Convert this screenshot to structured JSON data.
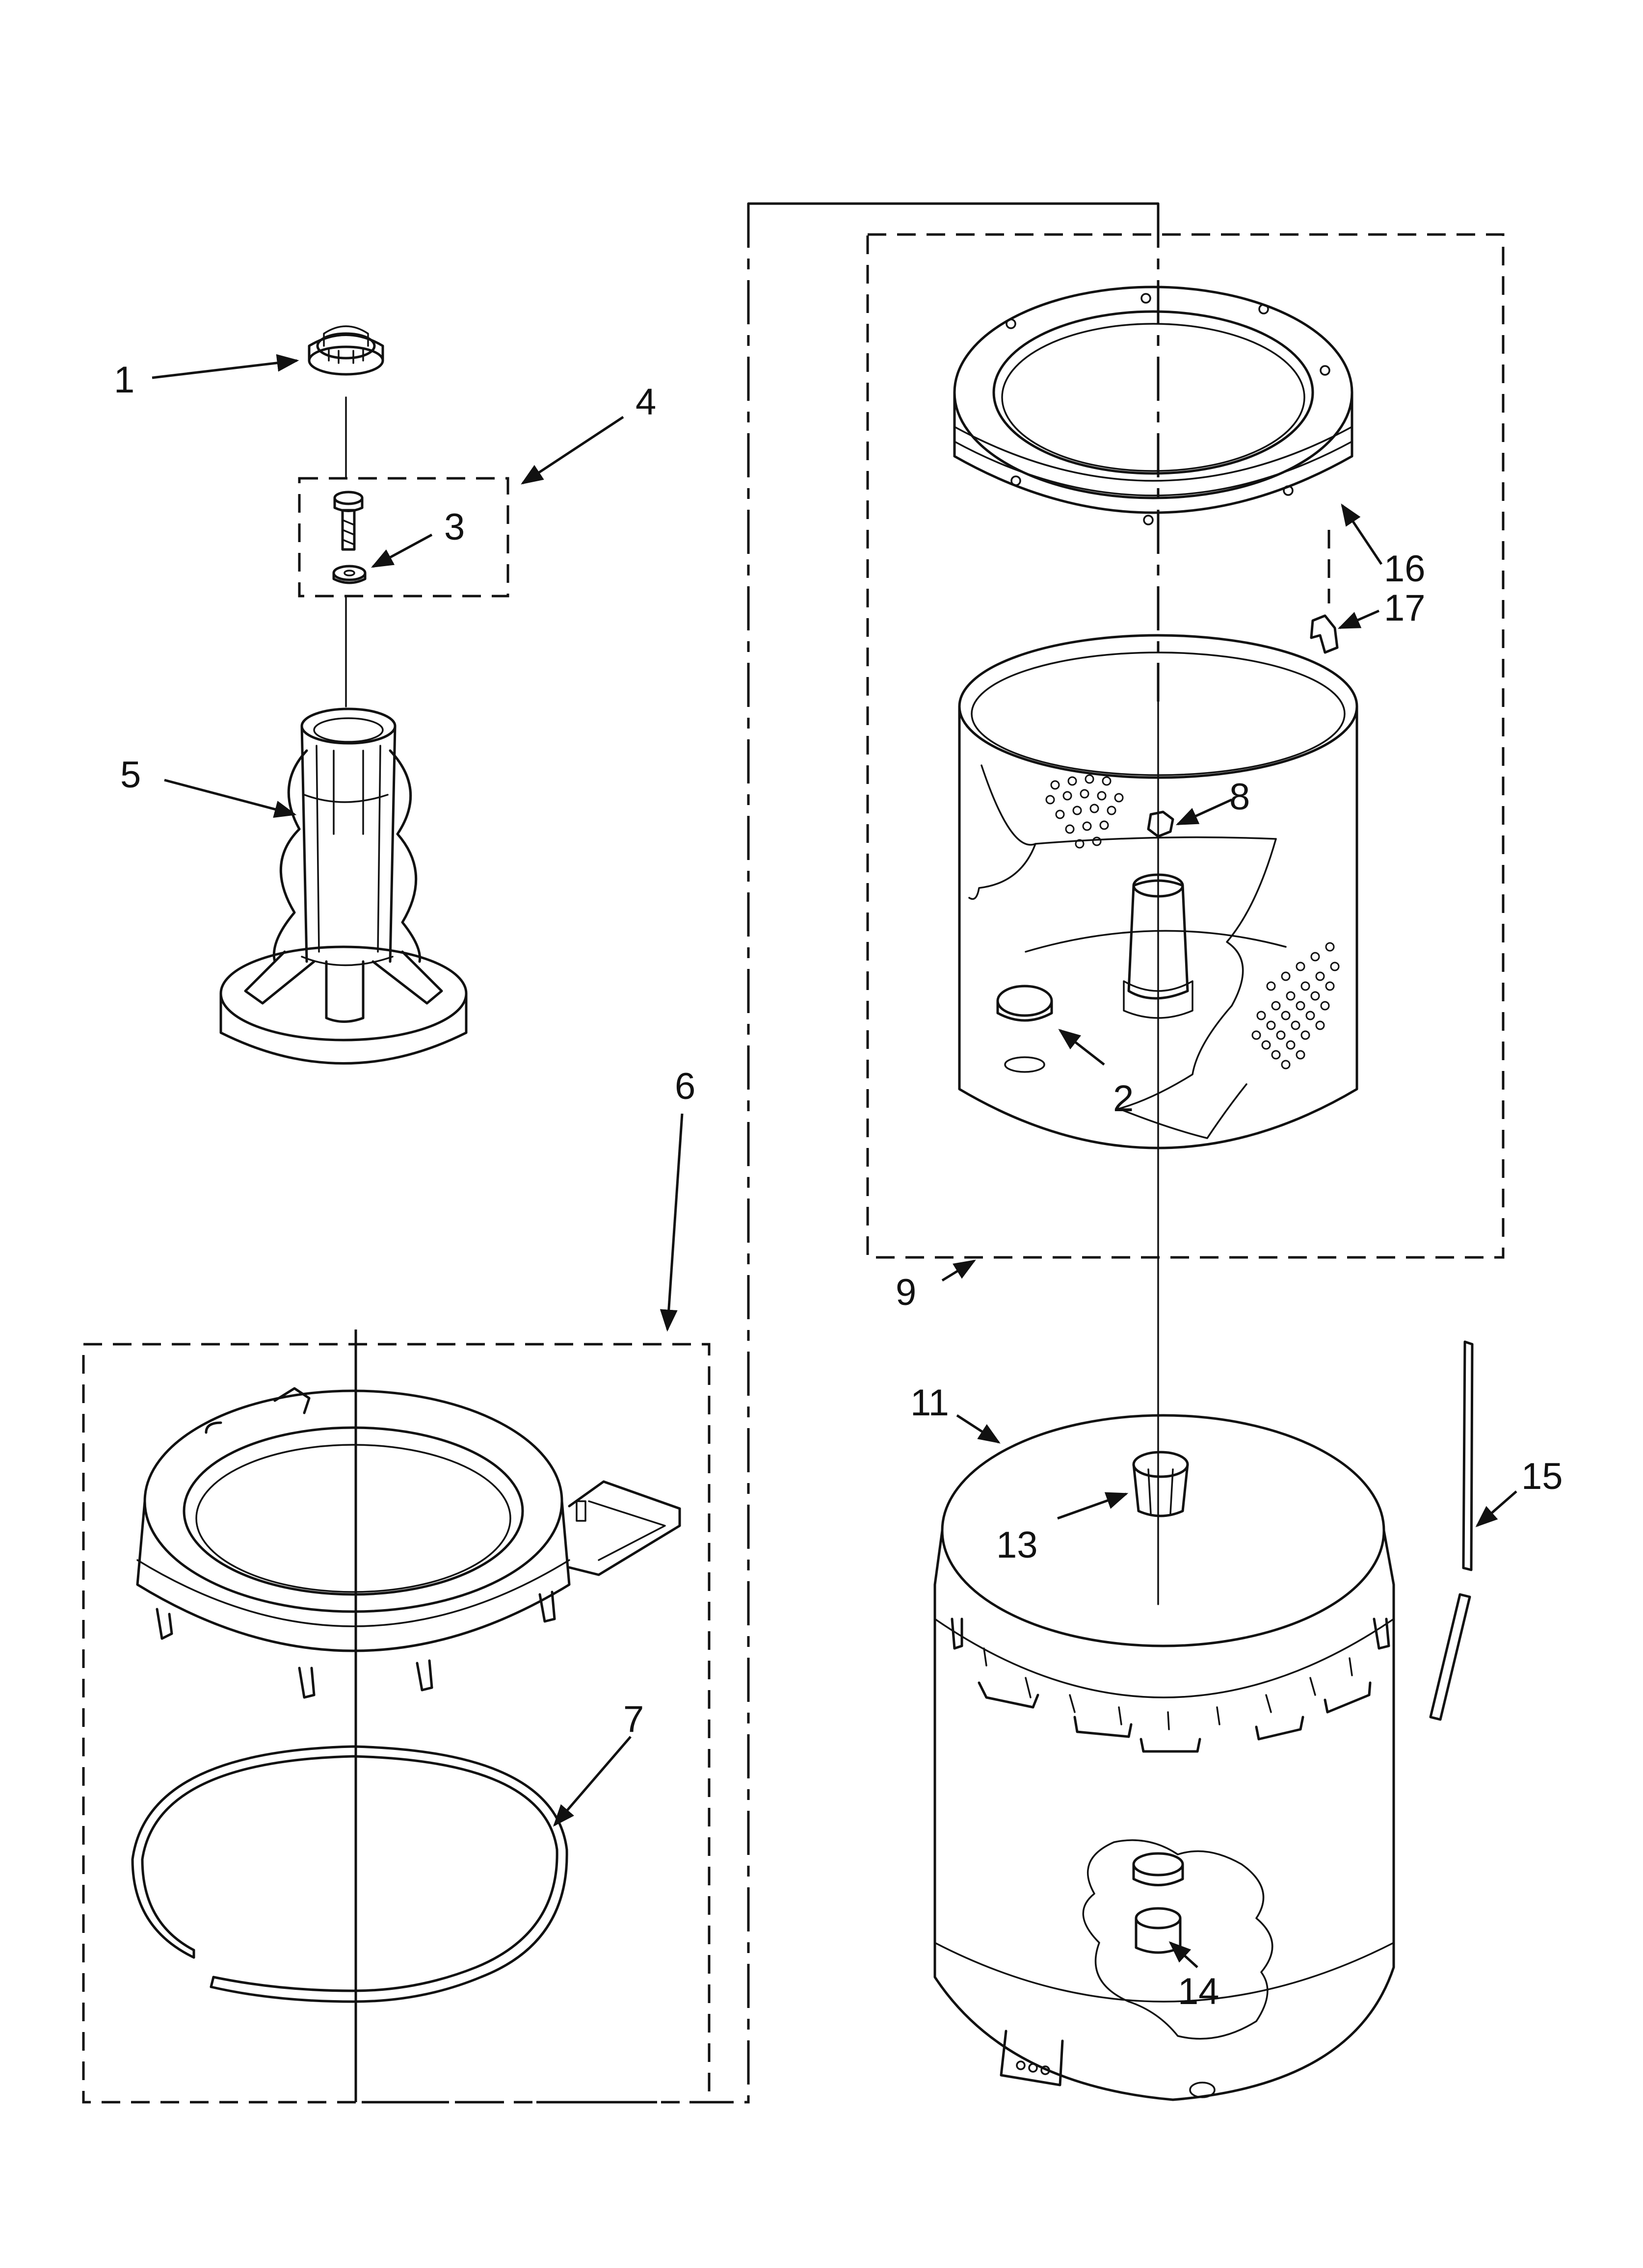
{
  "callouts": {
    "c1": "1",
    "c2": "2",
    "c3": "3",
    "c4": "4",
    "c5": "5",
    "c6": "6",
    "c7": "7",
    "c8": "8",
    "c9": "9",
    "c11": "11",
    "c13": "13",
    "c14": "14",
    "c15": "15",
    "c16": "16",
    "c17": "17"
  }
}
